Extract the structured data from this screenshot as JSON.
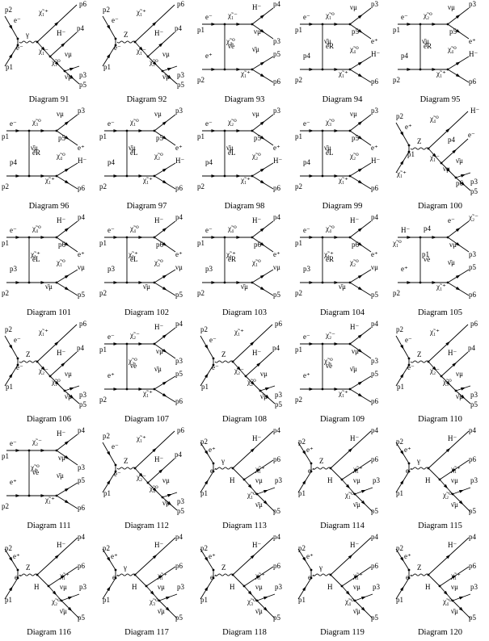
{
  "diagrams": [
    {
      "title": "Diagram 91",
      "type": "x",
      "boson": "γ",
      "lines": [
        "p2",
        "e⁻",
        "χ̃₁⁺",
        "p6",
        "H⁻",
        "p4",
        "e⁻",
        "p1",
        "χ̃₁⁻",
        "χ̃₁⁰",
        "νμ",
        "ν̄μ",
        "p3",
        "p5"
      ]
    },
    {
      "title": "Diagram 92",
      "type": "x",
      "boson": "Z",
      "lines": [
        "p2",
        "e⁻",
        "χ̃₁⁺",
        "p6",
        "H⁻",
        "p4",
        "e⁻",
        "p1",
        "χ̃₁⁻",
        "χ̃₁⁰",
        "νμ",
        "ν̄μ",
        "p3",
        "p5"
      ]
    },
    {
      "title": "Diagram 93",
      "type": "t",
      "prop": "ν̃e",
      "lines": [
        "e⁻",
        "χ̃₁⁻",
        "H⁻",
        "p4",
        "p1",
        "χ̃₄⁰",
        "νμ",
        "p3",
        "ν̄μ",
        "p5",
        "e⁺",
        "p2",
        "χ̃₁⁺",
        "p6"
      ]
    },
    {
      "title": "Diagram 94",
      "type": "t",
      "prop": "ẽR",
      "lines": [
        "e⁻",
        "χ̃₁⁰",
        "νμ",
        "p3",
        "p1",
        "ν̄μ",
        "p5",
        "e⁺",
        "χ̃₄⁰",
        "H⁻",
        "p4",
        "p2",
        "χ̃₁⁺",
        "p6"
      ]
    },
    {
      "title": "Diagram 95",
      "type": "t",
      "prop": "ẽR",
      "lines": [
        "e⁻",
        "χ̃₂⁰",
        "νμ",
        "p3",
        "p1",
        "ν̄μ",
        "p5",
        "e⁺",
        "χ̃₄⁰",
        "H⁻",
        "p4",
        "p2",
        "χ̃₁⁺",
        "p6"
      ]
    },
    {
      "title": "Diagram 96",
      "type": "t",
      "prop": "ẽR",
      "lines": [
        "e⁻",
        "χ̃₃⁰",
        "νμ",
        "p3",
        "p1",
        "ν̄μ",
        "p5",
        "e⁺",
        "χ̃₄⁰",
        "H⁻",
        "p4",
        "p2",
        "χ̃₁⁺",
        "p6"
      ]
    },
    {
      "title": "Diagram 97",
      "type": "t",
      "prop": "ẽL",
      "lines": [
        "e⁻",
        "χ̃₁⁰",
        "νμ",
        "p3",
        "p1",
        "ν̄μ",
        "p5",
        "e⁺",
        "χ̃₂⁰",
        "H⁻",
        "p4",
        "p2",
        "χ̃₁⁺",
        "p6"
      ]
    },
    {
      "title": "Diagram 98",
      "type": "t",
      "prop": "ẽL",
      "lines": [
        "e⁻",
        "χ̃₂⁰",
        "νμ",
        "p3",
        "p1",
        "ν̄μ",
        "p5",
        "e⁺",
        "χ̃₂⁰",
        "H⁻",
        "p4",
        "p2",
        "χ̃₁⁺",
        "p6"
      ]
    },
    {
      "title": "Diagram 99",
      "type": "t",
      "prop": "ẽL",
      "lines": [
        "e⁻",
        "χ̃₃⁰",
        "νμ",
        "p3",
        "p1",
        "ν̄μ",
        "p5",
        "e⁺",
        "χ̃₂⁰",
        "H⁻",
        "p4",
        "p2",
        "χ̃₁⁺",
        "p6"
      ]
    },
    {
      "title": "Diagram 100",
      "type": "x",
      "boson": "Z",
      "lines": [
        "p2",
        "e⁺",
        "χ̃₄⁰",
        "H⁻",
        "p4",
        "e⁻",
        "p1",
        "χ̃₁⁺",
        "χ̃₁⁻",
        "νμ",
        "ν̄μ",
        "p6",
        "p3",
        "p5"
      ]
    },
    {
      "title": "Diagram 101",
      "type": "t",
      "prop": "ẽL",
      "lines": [
        "e⁻",
        "χ̃₄⁰",
        "H⁻",
        "p4",
        "p1",
        "χ̃₁⁺",
        "p6",
        "e⁺",
        "χ̃₁⁰",
        "νμ",
        "p3",
        "p2",
        "ν̄μ",
        "p5"
      ]
    },
    {
      "title": "Diagram 102",
      "type": "t",
      "prop": "ẽL",
      "lines": [
        "e⁻",
        "χ̃₄⁰",
        "H⁻",
        "p4",
        "p1",
        "χ̃₁⁺",
        "p6",
        "e⁺",
        "χ̃₂⁰",
        "νμ",
        "p3",
        "p2",
        "ν̄μ",
        "p5"
      ]
    },
    {
      "title": "Diagram 103",
      "type": "t",
      "prop": "ẽR",
      "lines": [
        "e⁻",
        "χ̃₄⁰",
        "H⁻",
        "p4",
        "p1",
        "χ̃₁⁺",
        "p6",
        "e⁺",
        "χ̃₁⁰",
        "νμ",
        "p3",
        "p2",
        "ν̄μ",
        "p5"
      ]
    },
    {
      "title": "Diagram 104",
      "type": "t",
      "prop": "ẽR",
      "lines": [
        "e⁻",
        "χ̃₄⁰",
        "H⁻",
        "p4",
        "p1",
        "χ̃₁⁺",
        "p6",
        "e⁺",
        "χ̃₂⁰",
        "νμ",
        "p3",
        "p2",
        "ν̄μ",
        "p5"
      ]
    },
    {
      "title": "Diagram 105",
      "type": "t",
      "prop": "ν̃e",
      "lines": [
        "H⁻",
        "p4",
        "e⁻",
        "χ̃₂⁻",
        "χ̃₁⁰",
        "p1",
        "νμ",
        "p3",
        "ν̄μ",
        "p5",
        "e⁺",
        "p2",
        "χ̃₁⁺",
        "p6"
      ]
    },
    {
      "title": "Diagram 106",
      "type": "x",
      "boson": "Z",
      "lines": [
        "p2",
        "e⁻",
        "χ̃₁⁺",
        "p6",
        "H⁻",
        "p4",
        "e⁻",
        "p1",
        "χ̃₂⁻",
        "χ̃₁⁰",
        "νμ",
        "ν̄μ",
        "p3",
        "p5"
      ]
    },
    {
      "title": "Diagram 107",
      "type": "t",
      "prop": "ν̃e",
      "lines": [
        "e⁻",
        "χ̃₂⁻",
        "H⁻",
        "p4",
        "p1",
        "χ̃₂⁰",
        "νμ",
        "p3",
        "ν̄μ",
        "p5",
        "e⁺",
        "p2",
        "χ̃₁⁺",
        "p6"
      ]
    },
    {
      "title": "Diagram 108",
      "type": "x",
      "boson": "Z",
      "lines": [
        "p2",
        "e⁻",
        "χ̃₁⁺",
        "p6",
        "H⁻",
        "p4",
        "e⁻",
        "p1",
        "χ̃₂⁻",
        "χ̃₂⁰",
        "νμ",
        "ν̄μ",
        "p3",
        "p5"
      ]
    },
    {
      "title": "Diagram 109",
      "type": "t",
      "prop": "ν̃e",
      "lines": [
        "e⁻",
        "χ̃₂⁻",
        "H⁻",
        "p4",
        "p1",
        "χ̃₃⁰",
        "νμ",
        "p3",
        "ν̄μ",
        "p5",
        "e⁺",
        "p2",
        "χ̃₁⁺",
        "p6"
      ]
    },
    {
      "title": "Diagram 110",
      "type": "x",
      "boson": "Z",
      "lines": [
        "p2",
        "e⁻",
        "χ̃₁⁺",
        "p6",
        "H⁻",
        "p4",
        "e⁻",
        "p1",
        "χ̃₂⁻",
        "χ̃₃⁰",
        "νμ",
        "ν̄μ",
        "p3",
        "p5"
      ]
    },
    {
      "title": "Diagram 111",
      "type": "t",
      "prop": "ν̃e",
      "lines": [
        "e⁻",
        "χ̃₂⁻",
        "H⁻",
        "p4",
        "p1",
        "χ̃₄⁰",
        "νμ",
        "p3",
        "ν̄μ",
        "p5",
        "e⁺",
        "p2",
        "χ̃₁⁺",
        "p6"
      ]
    },
    {
      "title": "Diagram 112",
      "type": "x",
      "boson": "Z",
      "lines": [
        "p2",
        "e⁻",
        "χ̃₁⁺",
        "p6",
        "H⁻",
        "p4",
        "e⁻",
        "p1",
        "χ̃₂⁻",
        "χ̃₄⁰",
        "νμ",
        "ν̄μ",
        "p3",
        "p5"
      ]
    },
    {
      "title": "Diagram 113",
      "type": "h",
      "boson": "γ",
      "lines": [
        "p2",
        "e⁺",
        "H⁻",
        "p4",
        "e⁻",
        "p1",
        "H",
        "χ̃₁⁰",
        "νμ",
        "p3",
        "ν̄μ",
        "p5",
        "χ̃₁⁺",
        "p6"
      ]
    },
    {
      "title": "Diagram 114",
      "type": "h",
      "boson": "Z",
      "lines": [
        "p2",
        "e⁺",
        "H⁻",
        "p4",
        "e⁻",
        "p1",
        "H",
        "χ̃₁⁰",
        "νμ",
        "p3",
        "ν̄μ",
        "p5",
        "χ̃₁⁺",
        "p6"
      ]
    },
    {
      "title": "Diagram 115",
      "type": "h",
      "boson": "γ",
      "lines": [
        "p2",
        "e⁺",
        "H⁻",
        "p4",
        "e⁻",
        "p1",
        "H",
        "χ̃₂⁰",
        "νμ",
        "p3",
        "ν̄μ",
        "p5",
        "χ̃₁⁺",
        "p6"
      ]
    },
    {
      "title": "Diagram 116",
      "type": "h",
      "boson": "Z",
      "lines": [
        "p2",
        "e⁺",
        "H⁻",
        "p4",
        "e⁻",
        "p1",
        "H",
        "χ̃₂⁰",
        "νμ",
        "p3",
        "ν̄μ",
        "p5",
        "χ̃₁⁺",
        "p6"
      ]
    },
    {
      "title": "Diagram 117",
      "type": "h",
      "boson": "γ",
      "lines": [
        "p2",
        "e⁺",
        "H⁻",
        "p4",
        "e⁻",
        "p1",
        "H",
        "χ̃₃⁰",
        "νμ",
        "p3",
        "ν̄μ",
        "p5",
        "χ̃₁⁺",
        "p6"
      ]
    },
    {
      "title": "Diagram 118",
      "type": "h",
      "boson": "Z",
      "lines": [
        "p2",
        "e⁺",
        "H⁻",
        "p4",
        "e⁻",
        "p1",
        "H",
        "χ̃₃⁰",
        "νμ",
        "p3",
        "ν̄μ",
        "p5",
        "χ̃₁⁺",
        "p6"
      ]
    },
    {
      "title": "Diagram 119",
      "type": "h",
      "boson": "γ",
      "lines": [
        "p2",
        "e⁺",
        "H⁻",
        "p4",
        "e⁻",
        "p1",
        "H",
        "χ̃₄⁰",
        "νμ",
        "p3",
        "ν̄μ",
        "p5",
        "χ̃₁⁺",
        "p6"
      ]
    },
    {
      "title": "Diagram 120",
      "type": "h",
      "boson": "Z",
      "lines": [
        "p2",
        "e⁺",
        "H⁻",
        "p4",
        "e⁻",
        "p1",
        "H",
        "χ̃₄⁰",
        "νμ",
        "p3",
        "ν̄μ",
        "p5",
        "χ̃₁⁺",
        "p6"
      ]
    }
  ]
}
